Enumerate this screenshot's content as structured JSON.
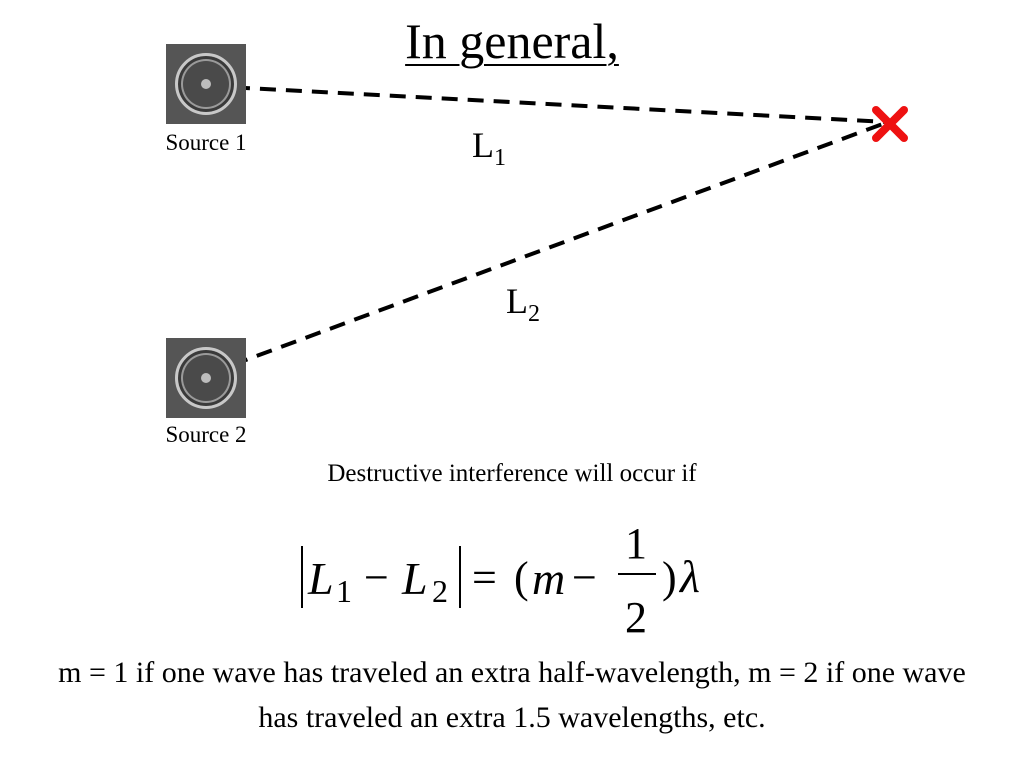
{
  "title": "In general,",
  "sources": [
    {
      "label": "Source 1"
    },
    {
      "label": "Source 2"
    }
  ],
  "paths": {
    "l1": {
      "main": "L",
      "sub": "1"
    },
    "l2": {
      "main": "L",
      "sub": "2"
    }
  },
  "caption": "Destructive interference will occur if",
  "equation": {
    "L": "L",
    "sub1": "1",
    "sub2": "2",
    "minus": "−",
    "equals": "=",
    "open_paren": "(",
    "m": "m",
    "numerator": "1",
    "denominator": "2",
    "close_paren": ")",
    "lambda": "λ"
  },
  "explanation": "m = 1 if one wave has traveled an extra half-wavelength, m = 2 if one wave has traveled an extra 1.5 wavelengths, etc.",
  "colors": {
    "marker": "#ee1111",
    "speaker_body": "#555555"
  },
  "icons": {
    "source": "speaker-icon",
    "target": "x-marker-icon"
  }
}
